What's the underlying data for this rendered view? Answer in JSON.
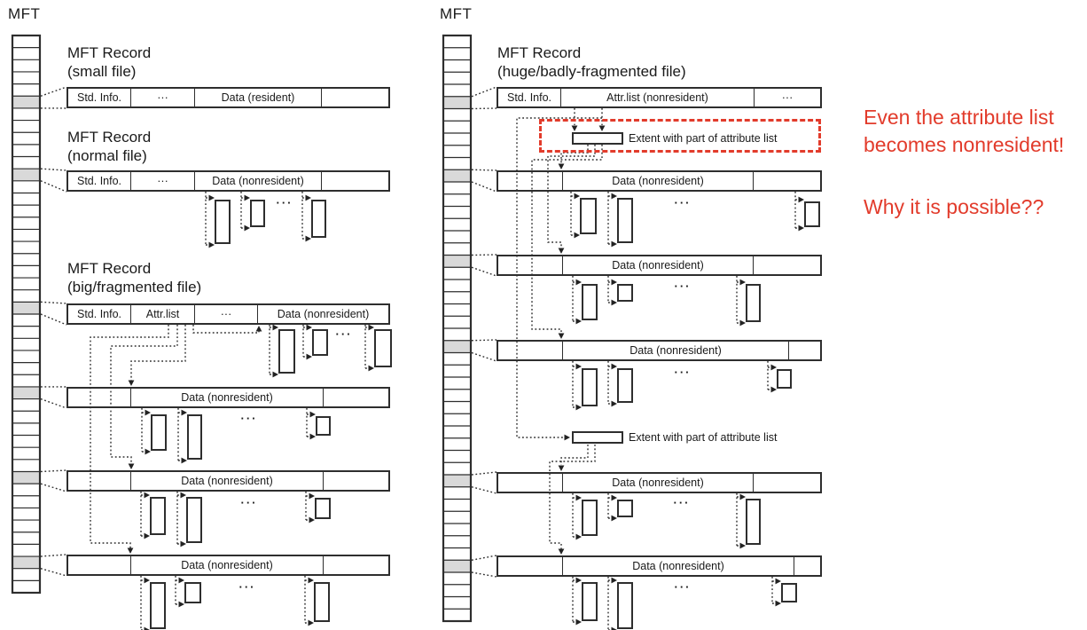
{
  "left": {
    "mft_label": "MFT",
    "records": [
      {
        "title1": "MFT Record",
        "title2": "(small file)",
        "cells": [
          "Std. Info.",
          "···",
          "Data (resident)",
          ""
        ]
      },
      {
        "title1": "MFT Record",
        "title2": "(normal file)",
        "cells": [
          "Std. Info.",
          "···",
          "Data (nonresident)",
          ""
        ]
      },
      {
        "title1": "MFT Record",
        "title2": "(big/fragmented file)",
        "cells": [
          "Std. Info.",
          "Attr.list",
          "···",
          "Data (nonresident)"
        ]
      },
      {
        "cells": [
          "",
          "Data (nonresident)",
          ""
        ]
      },
      {
        "cells": [
          "",
          "Data (nonresident)",
          ""
        ]
      },
      {
        "cells": [
          "",
          "Data (nonresident)",
          ""
        ]
      }
    ]
  },
  "right": {
    "mft_label": "MFT",
    "records": [
      {
        "title1": "MFT Record",
        "title2": "(huge/badly-fragmented file)",
        "cells": [
          "Std. Info.",
          "Attr.list (nonresident)",
          "···"
        ]
      },
      {
        "cells": [
          "",
          "Data (nonresident)",
          ""
        ]
      },
      {
        "cells": [
          "",
          "Data (nonresident)",
          ""
        ]
      },
      {
        "cells": [
          "",
          "Data (nonresident)",
          ""
        ]
      },
      {
        "cells": [
          "",
          "Data (nonresident)",
          ""
        ]
      },
      {
        "cells": [
          "",
          "Data (nonresident)",
          ""
        ]
      }
    ],
    "extents": [
      {
        "label": "Extent with part of attribute list"
      },
      {
        "label": "Extent with part of attribute list"
      }
    ]
  },
  "annotations": {
    "note1_line1": "Even the attribute list",
    "note1_line2": "becomes nonresident!",
    "note2": "Why it is possible??",
    "color": "#e23b2b"
  },
  "labels": {
    "run_dots": "···"
  }
}
